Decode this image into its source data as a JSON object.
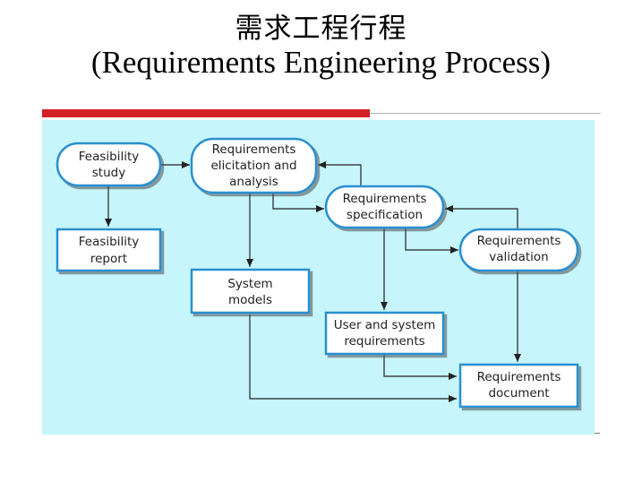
{
  "title": {
    "chinese": "需求工程行程",
    "english": "(Requirements Engineering Process)"
  },
  "colors": {
    "accent_bar": "#d42027",
    "diagram_background": "#c6f5fb",
    "node_fill": "#ffffff",
    "node_stroke": "#2a8fd0",
    "connector": "#222222"
  },
  "nodes": {
    "feasibility_study": {
      "line1": "Feasibility",
      "line2": "study"
    },
    "elicitation": {
      "line1": "Requirements",
      "line2": "elicitation and",
      "line3": "analysis"
    },
    "specification": {
      "line1": "Requirements",
      "line2": "specification"
    },
    "validation": {
      "line1": "Requirements",
      "line2": "validation"
    },
    "feasibility_report": {
      "line1": "Feasibility",
      "line2": "report"
    },
    "system_models": {
      "line1": "System",
      "line2": "models"
    },
    "user_system_requirements": {
      "line1": "User and system",
      "line2": "requirements"
    },
    "requirements_document": {
      "line1": "Requirements",
      "line2": "document"
    }
  }
}
